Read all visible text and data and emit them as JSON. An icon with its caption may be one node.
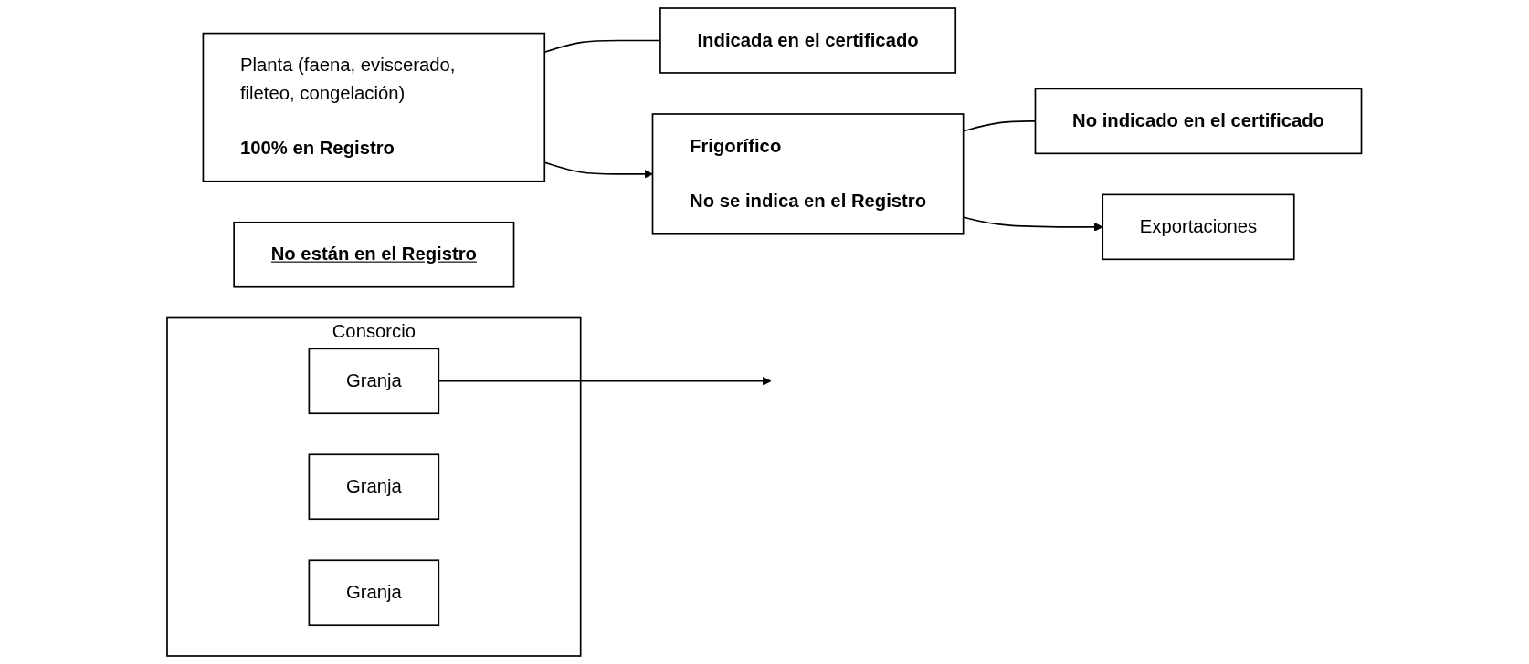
{
  "diagram": {
    "nodes": [
      {
        "text": [
          "Consorcio"
        ]
      },
      {
        "text": [
          "Granja"
        ],
        "in": 0
      },
      {
        "text": [
          "Granja"
        ],
        "in": 0
      },
      {
        "text": [
          "Granja"
        ],
        "in": 0
      },
      {
        "text": [
          "No están en el Registro"
        ]
      },
      {
        "text": [
          "Planta (faena, eviscerado, fileteo, congelación)",
          "100% en Registro"
        ]
      },
      {
        "text": [
          "Indicada en el certificado"
        ]
      },
      {
        "text": [
          "Frigorífico",
          "No se indica en el Registro"
        ]
      },
      {
        "text": [
          "No indicado en el certificado"
        ]
      },
      {
        "text": [
          "Exportaciones"
        ]
      }
    ],
    "edges": [
      {
        "from": 1,
        "to": null,
        "arrow": "to"
      },
      {
        "from": 5,
        "to": 7,
        "arrow": "to"
      },
      {
        "from": 5,
        "to": 6,
        "arrow": "none"
      },
      {
        "from": 7,
        "to": 8,
        "arrow": "none"
      },
      {
        "from": 7,
        "to": 9,
        "arrow": "to"
      }
    ]
  }
}
